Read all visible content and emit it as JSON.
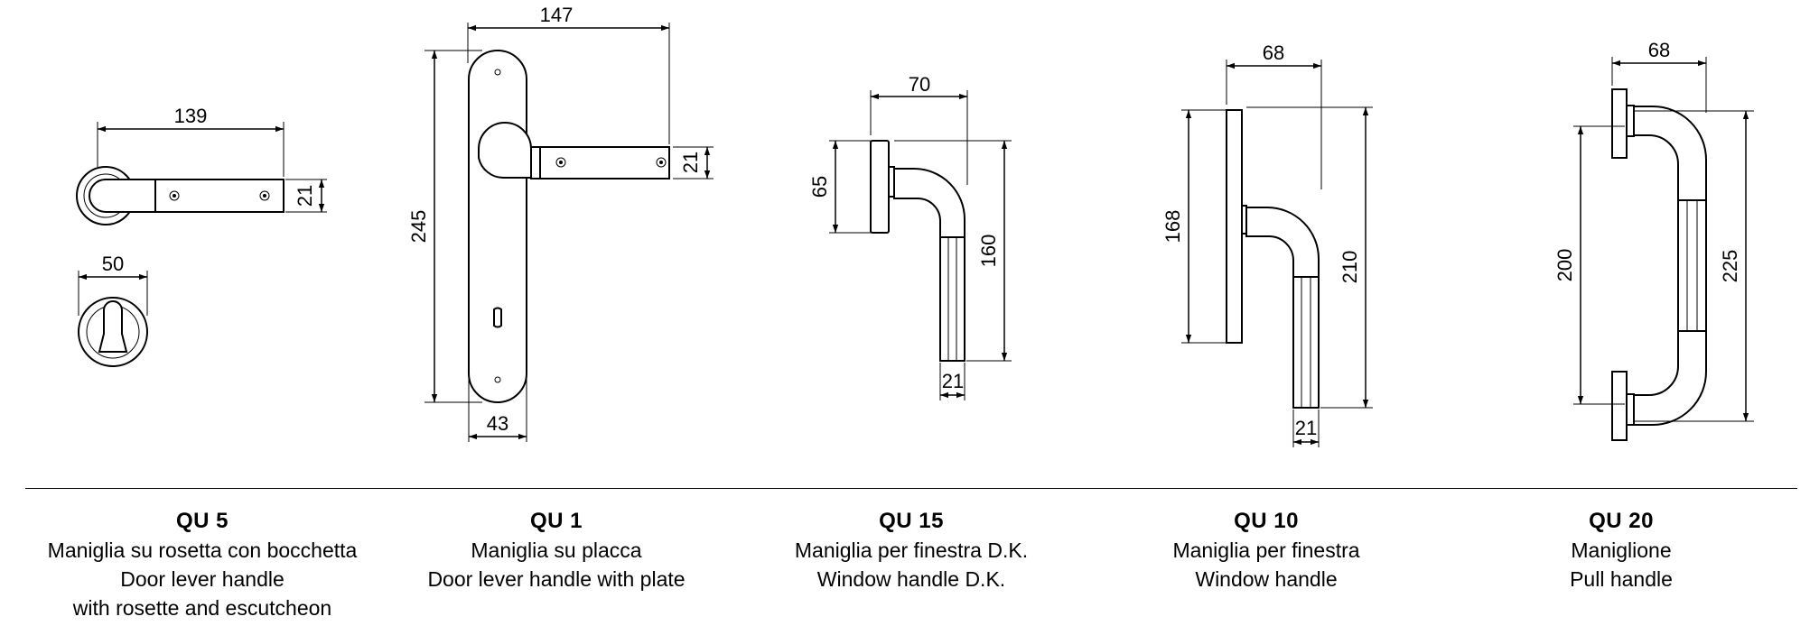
{
  "products": [
    {
      "code": "QU 5",
      "lines": [
        "Maniglia su rosetta con bocchetta",
        "Door lever handle",
        "with rosette and escutcheon"
      ],
      "dims": {
        "length": "139",
        "section": "21",
        "escutcheon": "50"
      }
    },
    {
      "code": "QU 1",
      "lines": [
        "Maniglia su placca",
        "Door lever handle with plate"
      ],
      "dims": {
        "length": "147",
        "section": "21",
        "plate_height": "245",
        "plate_width": "43"
      }
    },
    {
      "code": "QU 15",
      "lines": [
        "Maniglia per finestra D.K.",
        "Window handle D.K."
      ],
      "dims": {
        "projection": "70",
        "base": "65",
        "height": "160",
        "section": "21"
      }
    },
    {
      "code": "QU 10",
      "lines": [
        "Maniglia per finestra",
        "Window handle"
      ],
      "dims": {
        "projection": "68",
        "plate_height": "168",
        "height": "210",
        "section": "21"
      }
    },
    {
      "code": "QU 20",
      "lines": [
        "Maniglione",
        "Pull handle"
      ],
      "dims": {
        "projection": "68",
        "centres": "200",
        "length": "225"
      }
    }
  ]
}
